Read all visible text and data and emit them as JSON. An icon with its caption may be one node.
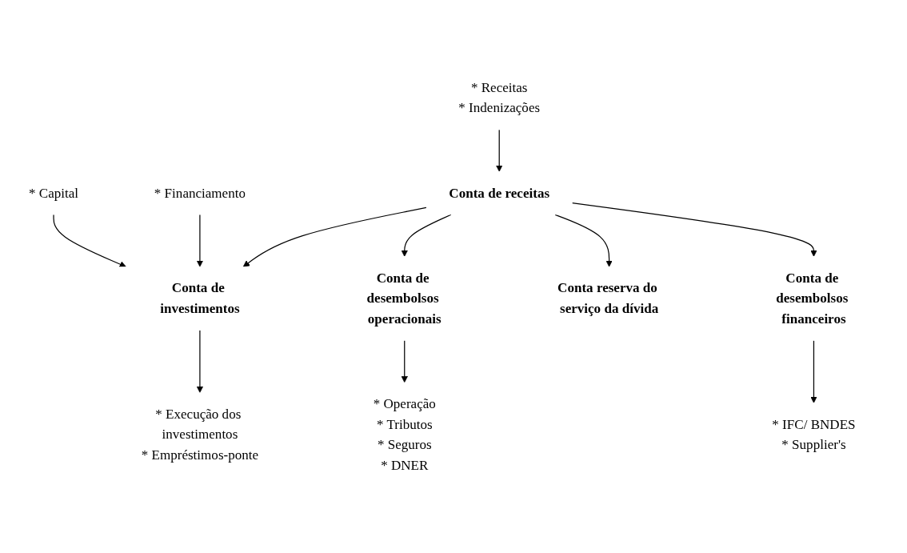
{
  "diagram": {
    "nodes": [
      {
        "text": [
          "* Receitas",
          "* Indenizações"
        ]
      },
      {
        "text": [
          "Conta de receitas"
        ]
      },
      {
        "text": [
          "* Capital"
        ]
      },
      {
        "text": [
          "* Financiamento"
        ]
      },
      {
        "text": [
          "Conta de investimentos"
        ]
      },
      {
        "text": [
          "Conta de desembolsos operacionais"
        ]
      },
      {
        "text": [
          "Conta reserva do serviço da dívida"
        ]
      },
      {
        "text": [
          "Conta de desembolsos financeiros"
        ]
      },
      {
        "text": [
          "* Execução dos investimentos",
          "* Empréstimos-ponte"
        ]
      },
      {
        "text": [
          "* Operação",
          "* Tributos",
          "* Seguros",
          "* DNER"
        ]
      },
      {
        "text": [
          "* IFC/ BNDES",
          "* Supplier's"
        ]
      }
    ],
    "edges": [
      {
        "from": 0,
        "to": 1,
        "arrow": "to"
      },
      {
        "from": 2,
        "to": 4,
        "arrow": "to"
      },
      {
        "from": 3,
        "to": 4,
        "arrow": "to"
      },
      {
        "from": 1,
        "to": 4,
        "arrow": "to"
      },
      {
        "from": 1,
        "to": 5,
        "arrow": "to"
      },
      {
        "from": 1,
        "to": 6,
        "arrow": "to"
      },
      {
        "from": 1,
        "to": 7,
        "arrow": "to"
      },
      {
        "from": 4,
        "to": 8,
        "arrow": "to"
      },
      {
        "from": 5,
        "to": 9,
        "arrow": "to"
      },
      {
        "from": 7,
        "to": 10,
        "arrow": "to"
      }
    ]
  }
}
